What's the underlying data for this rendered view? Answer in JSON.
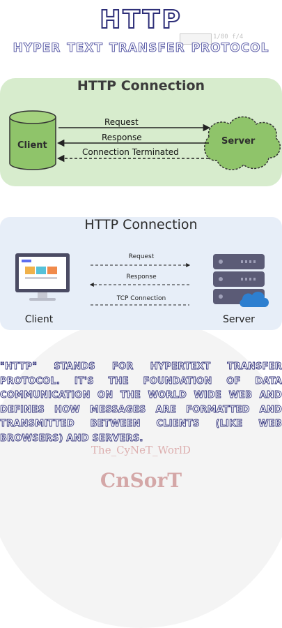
{
  "header": {
    "title": "HTTP",
    "subtitle": "HYPER TEXT TRANSFER PROTOCOL",
    "stamp_text": "1/80  f/4"
  },
  "diagram_top": {
    "title": "HTTP Connection",
    "client_label": "Client",
    "server_label": "Server",
    "arrows": [
      {
        "label": "Request",
        "direction": "to-server",
        "style": "solid"
      },
      {
        "label": "Response",
        "direction": "to-client",
        "style": "solid"
      },
      {
        "label": "Connection Terminated",
        "direction": "to-client",
        "style": "dashed"
      }
    ],
    "colors": {
      "card": "#d7eccd",
      "node": "#8fc46a"
    }
  },
  "diagram_bottom": {
    "title": "HTTP Connection",
    "client_label": "Client",
    "server_label": "Server",
    "arrows": [
      {
        "label": "Request",
        "direction": "to-server",
        "style": "dashed"
      },
      {
        "label": "Response",
        "direction": "to-client",
        "style": "dashed"
      },
      {
        "label": "TCP Connection",
        "direction": "both",
        "style": "dashed"
      }
    ],
    "colors": {
      "card": "#e7eef8",
      "server": "#5b5b76",
      "cloud": "#2d7fd0"
    }
  },
  "description": "\"HTTP\" stands for HyperText Transfer Protocol. It's the foundation of data communication on the World Wide Web and defines how messages are formatted and transmitted between clients (like web browsers) and servers.",
  "watermark": {
    "site": "The_CyNeT_WorlD",
    "brand": "CnSorT"
  },
  "colors": {
    "title_outline": "#2d2e78",
    "paragraph_outline": "#34357d"
  }
}
